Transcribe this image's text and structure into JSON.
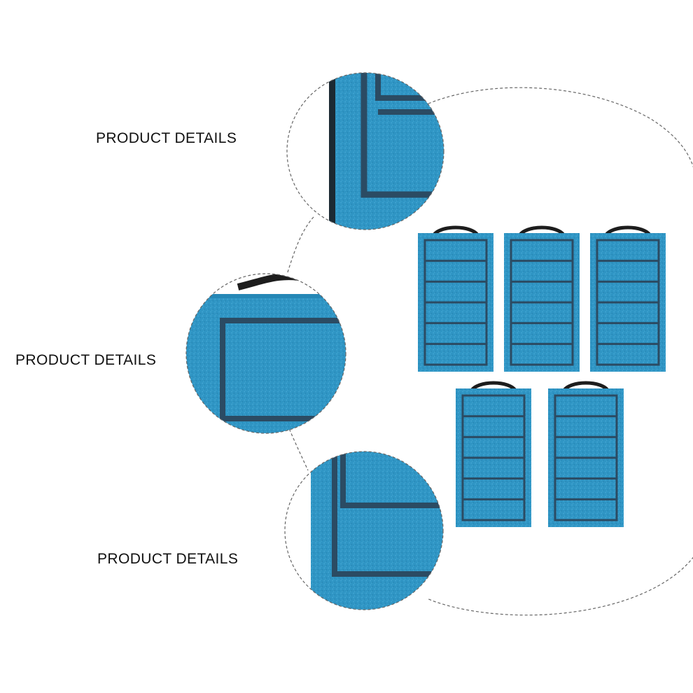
{
  "callouts": [
    {
      "label": "PRODUCT DETAILS"
    },
    {
      "label": "PRODUCT DETAILS"
    },
    {
      "label": "PRODUCT DETAILS"
    }
  ],
  "colors": {
    "pad_fill": "#2f95c4",
    "pad_shade": "#2587b6",
    "pad_line": "#2b4b63",
    "handle": "#1d1d1d",
    "dashed_line": "#666666",
    "label_text": "#111111"
  },
  "icons": [
    "filter-pad",
    "zoom-detail-circle"
  ]
}
